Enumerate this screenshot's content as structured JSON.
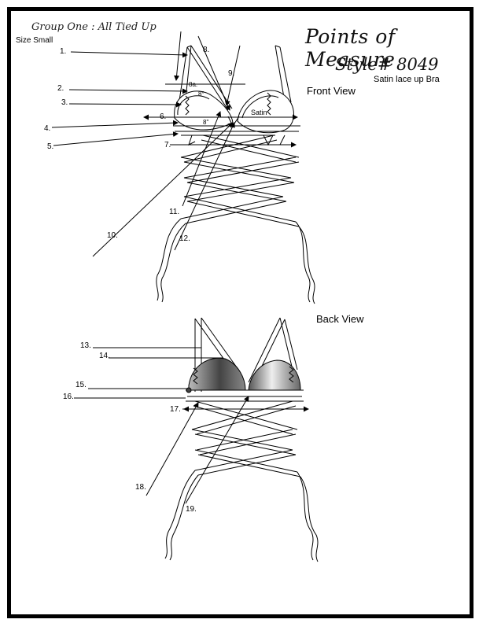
{
  "header": {
    "group": "Group One : All Tied Up",
    "size": "Size Small",
    "title": "Points of Measure",
    "style": "Style# 8049",
    "description": "Satin lace up Bra"
  },
  "views": {
    "front": "Front View",
    "back": "Back View",
    "cup_label": "Satin"
  },
  "points": {
    "p1": "1.",
    "p2": "2.",
    "p3": "3.",
    "p4": "4.",
    "p5": "5.",
    "p6": "6.",
    "p7": "7.",
    "p8": "8.",
    "p8a": "8a.",
    "p8b": "8°",
    "p8c": "8\"",
    "p9": "9.",
    "p10": "10.",
    "p11": "11.",
    "p12": "12.",
    "p13": "13.",
    "p14": "14.",
    "p15": "15.",
    "p16": "16.",
    "p17": "17.",
    "p18": "18.",
    "p19": "19."
  }
}
